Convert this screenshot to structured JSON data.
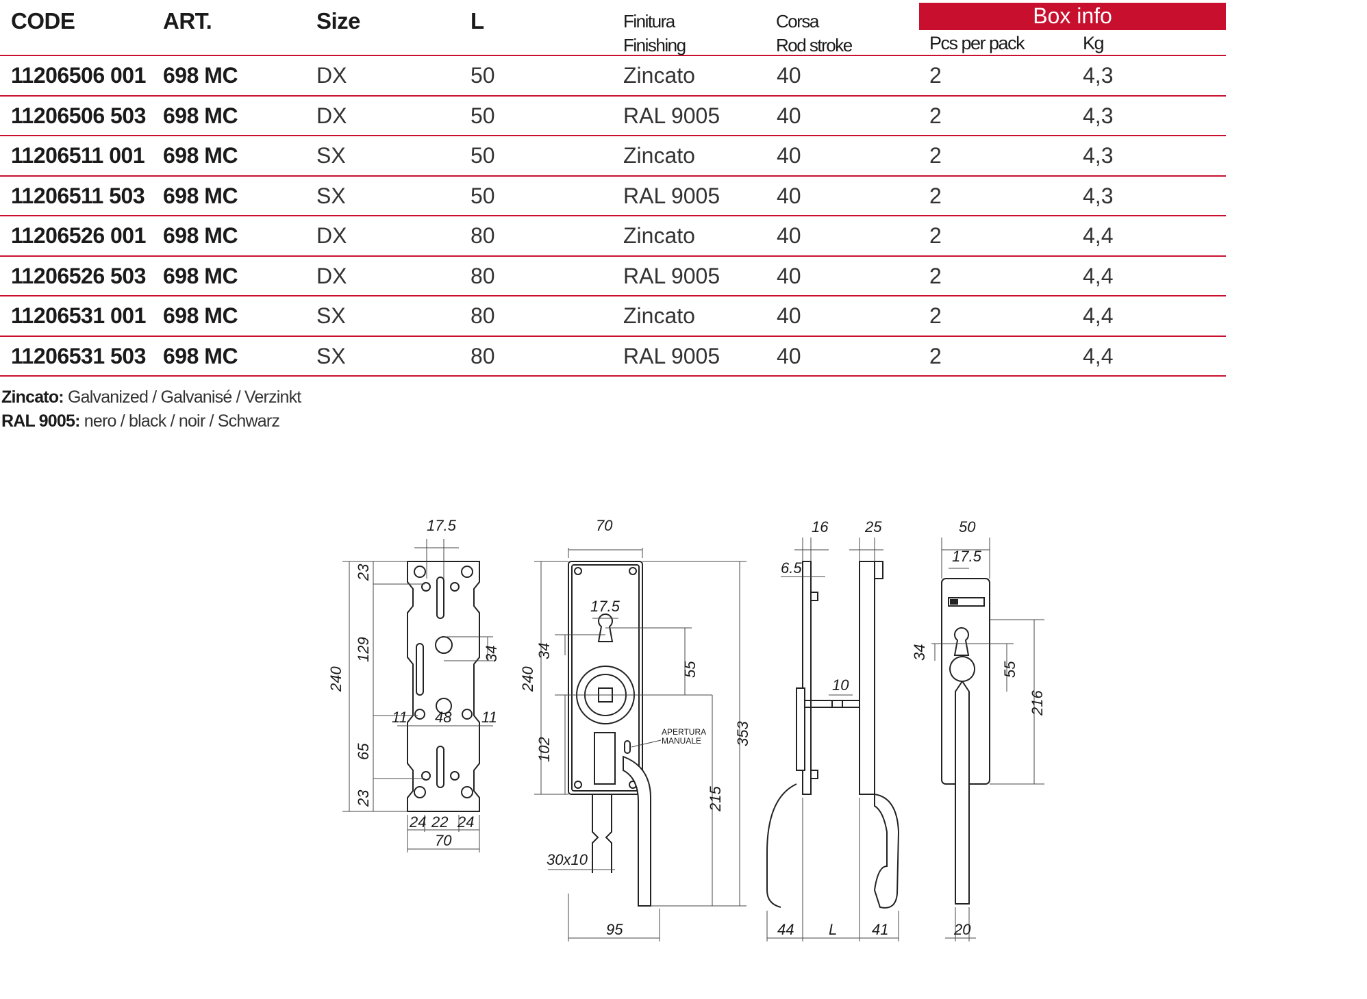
{
  "table": {
    "headers": {
      "code": "CODE",
      "art": "ART.",
      "size": "Size",
      "l": "L",
      "finishing_it": "Finitura",
      "finishing_en": "Finishing",
      "stroke_it": "Corsa",
      "stroke_en": "Rod stroke",
      "box_info": "Box info",
      "pcs": "Pcs per pack",
      "kg": "Kg"
    },
    "rows": [
      {
        "code": "11206506 001",
        "art": "698 MC",
        "size": "DX",
        "l": "50",
        "finishing": "Zincato",
        "stroke": "40",
        "pcs": "2",
        "kg": "4,3"
      },
      {
        "code": "11206506 503",
        "art": "698 MC",
        "size": "DX",
        "l": "50",
        "finishing": "RAL 9005",
        "stroke": "40",
        "pcs": "2",
        "kg": "4,3"
      },
      {
        "code": "11206511 001",
        "art": "698 MC",
        "size": "SX",
        "l": "50",
        "finishing": "Zincato",
        "stroke": "40",
        "pcs": "2",
        "kg": "4,3"
      },
      {
        "code": "11206511 503",
        "art": "698 MC",
        "size": "SX",
        "l": "50",
        "finishing": "RAL 9005",
        "stroke": "40",
        "pcs": "2",
        "kg": "4,3"
      },
      {
        "code": "11206526 001",
        "art": "698 MC",
        "size": "DX",
        "l": "80",
        "finishing": "Zincato",
        "stroke": "40",
        "pcs": "2",
        "kg": "4,4"
      },
      {
        "code": "11206526 503",
        "art": "698 MC",
        "size": "DX",
        "l": "80",
        "finishing": "RAL 9005",
        "stroke": "40",
        "pcs": "2",
        "kg": "4,4"
      },
      {
        "code": "11206531 001",
        "art": "698 MC",
        "size": "SX",
        "l": "80",
        "finishing": "Zincato",
        "stroke": "40",
        "pcs": "2",
        "kg": "4,4"
      },
      {
        "code": "11206531 503",
        "art": "698 MC",
        "size": "SX",
        "l": "80",
        "finishing": "RAL 9005",
        "stroke": "40",
        "pcs": "2",
        "kg": "4,4"
      }
    ]
  },
  "notes": {
    "zincato_term": "Zincato:",
    "zincato_desc": "Galvanized / Galvanisé / Verzinkt",
    "ral_term": "RAL 9005:",
    "ral_desc": "nero / black / noir / Schwarz"
  },
  "drawing": {
    "dims": {
      "d17_5": "17.5",
      "d23": "23",
      "d129": "129",
      "d240": "240",
      "d34": "34",
      "d11": "11",
      "d48": "48",
      "d65": "65",
      "d24": "24",
      "d22": "22",
      "d70": "70",
      "d55": "55",
      "d102": "102",
      "d353": "353",
      "d215": "215",
      "d30x10": "30x10",
      "d95": "95",
      "d16": "16",
      "d25": "25",
      "d6_5": "6.5",
      "d10": "10",
      "d44": "44",
      "dL": "L",
      "d41": "41",
      "d50": "50",
      "d216": "216",
      "d20": "20"
    },
    "label_apertura_1": "APERTURA",
    "label_apertura_2": "MANUALE"
  },
  "colors": {
    "accent": "#c8102e",
    "text": "#1a1a1a"
  }
}
